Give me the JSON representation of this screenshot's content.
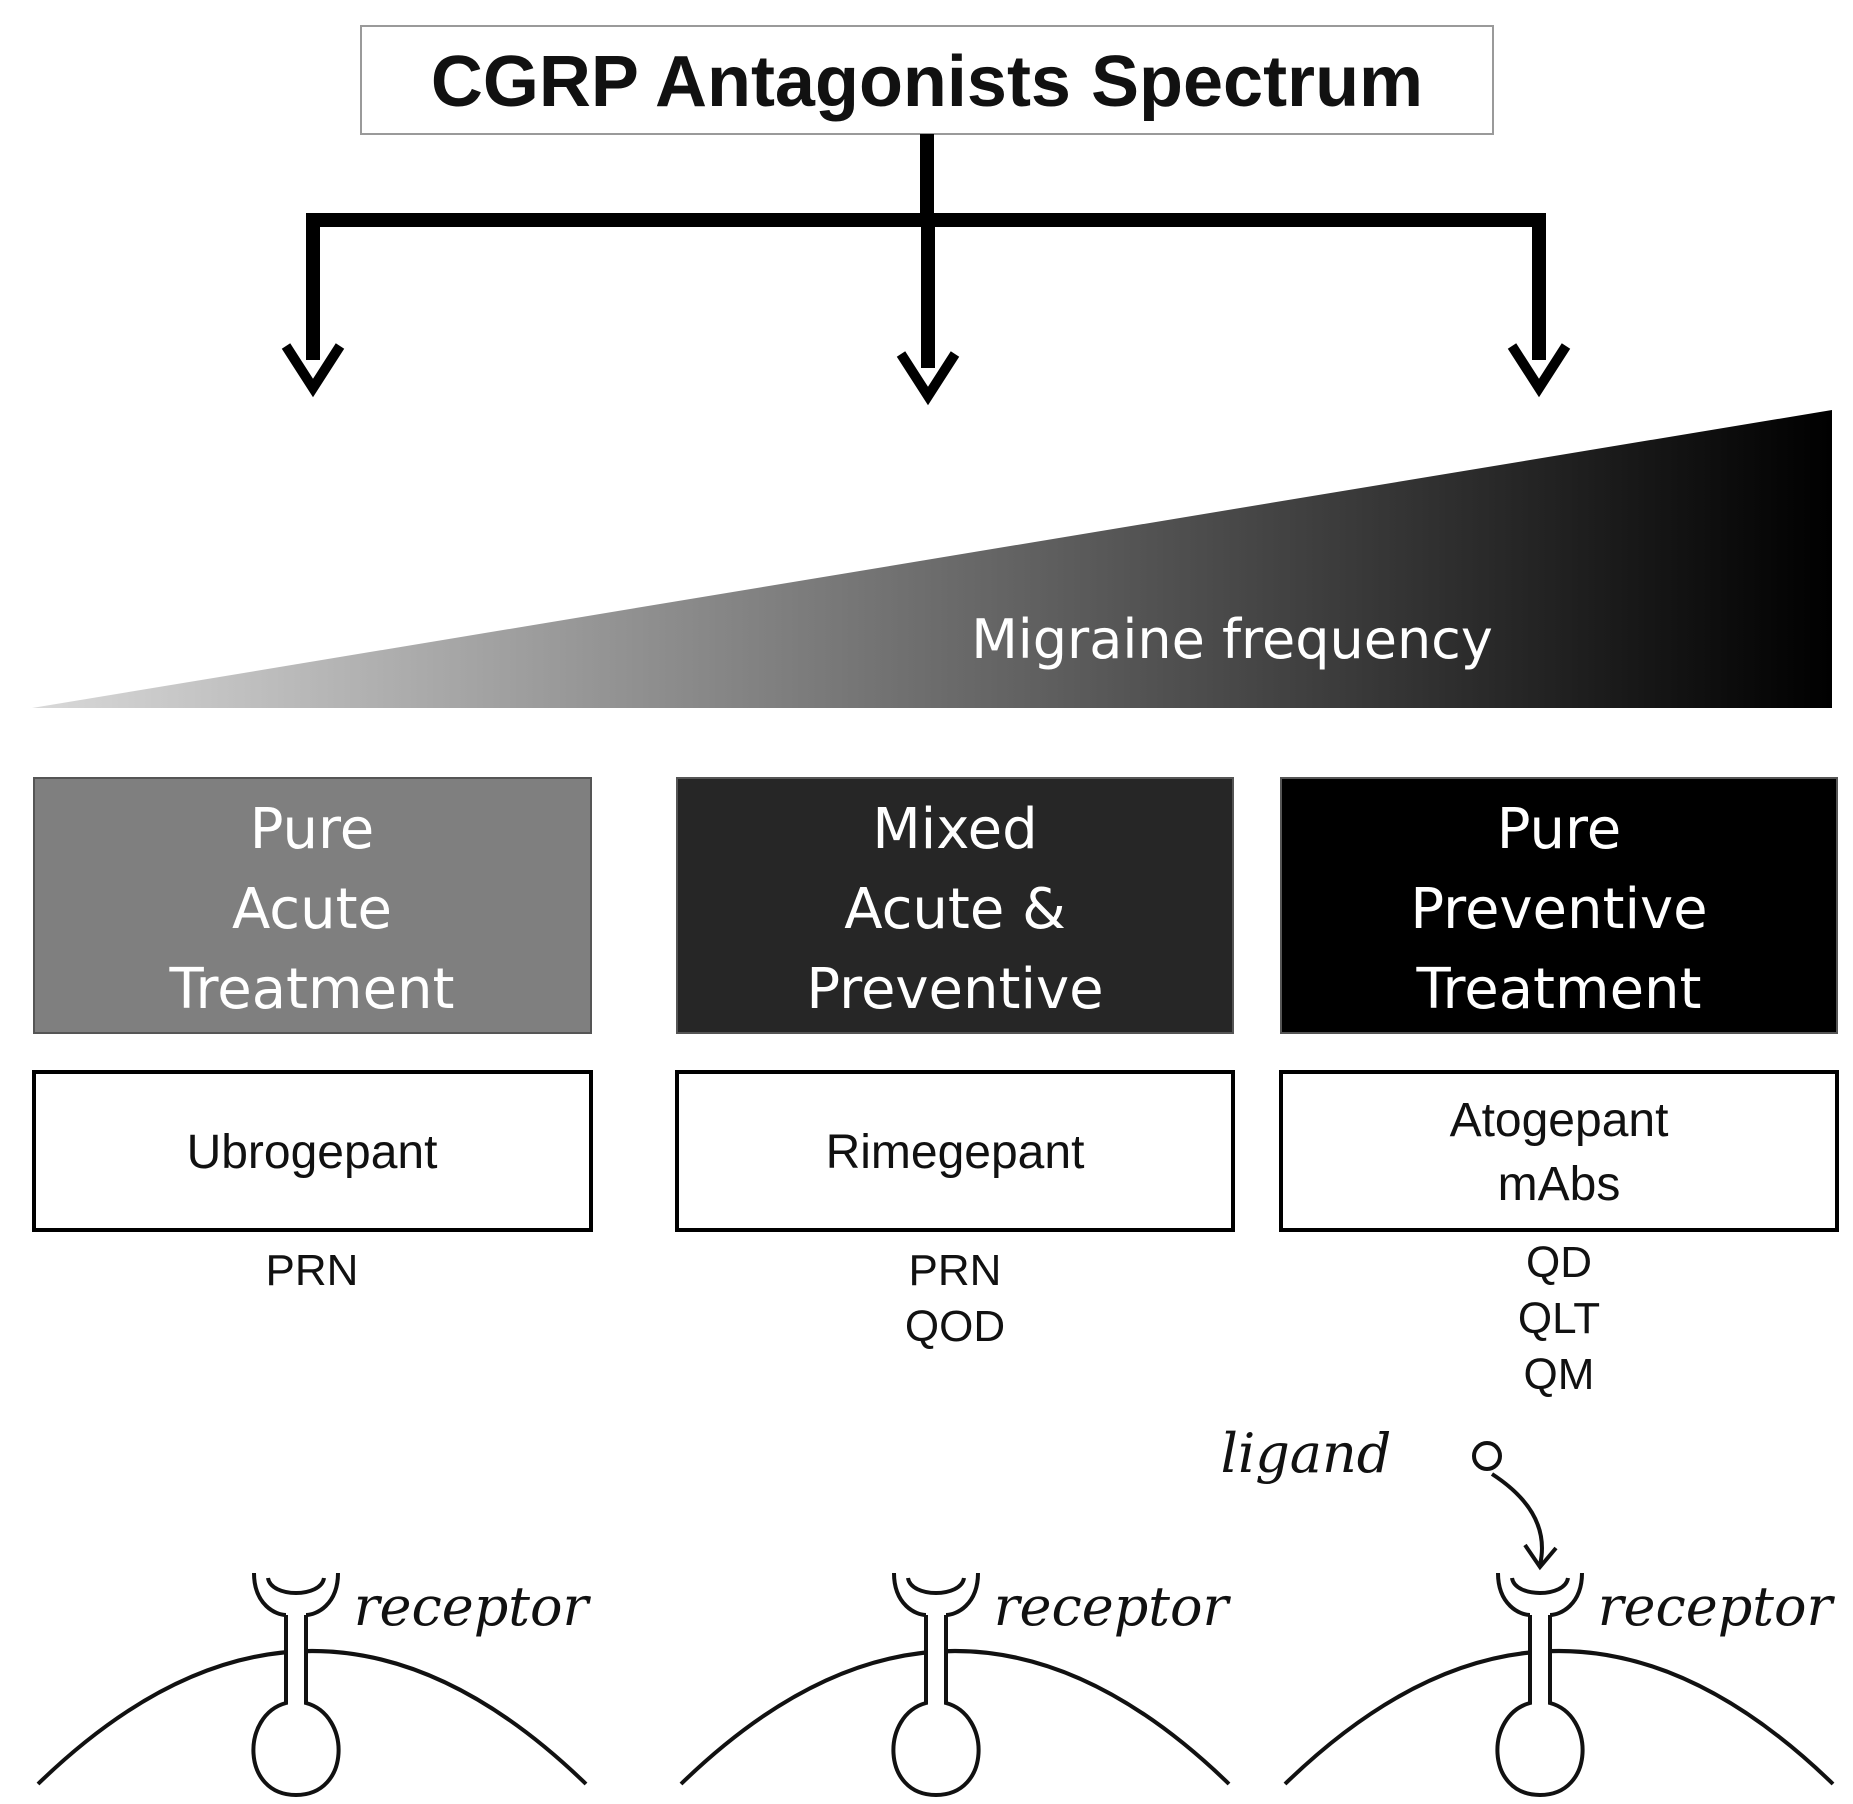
{
  "title": "CGRP Antagonists Spectrum",
  "gradient_label": "Migraine frequency",
  "colors": {
    "gradient_start": "#d9d9d9",
    "gradient_end": "#000000",
    "category_1": "#7f7f7f",
    "category_2": "#262626",
    "category_3": "#000000"
  },
  "columns": [
    {
      "category_lines": [
        "Pure",
        "Acute",
        "Treatment"
      ],
      "drug_lines": [
        "Ubrogepant"
      ],
      "dosing": [
        "PRN"
      ],
      "receptor_label": "receptor"
    },
    {
      "category_lines": [
        "Mixed",
        "Acute &",
        "Preventive"
      ],
      "drug_lines": [
        "Rimegepant"
      ],
      "dosing": [
        "PRN",
        "QOD"
      ],
      "receptor_label": "receptor"
    },
    {
      "category_lines": [
        "Pure",
        "Preventive",
        "Treatment"
      ],
      "drug_lines": [
        "Atogepant",
        "mAbs"
      ],
      "dosing": [
        "QD",
        "QLT",
        "QM"
      ],
      "receptor_label": "receptor"
    }
  ],
  "ligand_label": "ligand"
}
